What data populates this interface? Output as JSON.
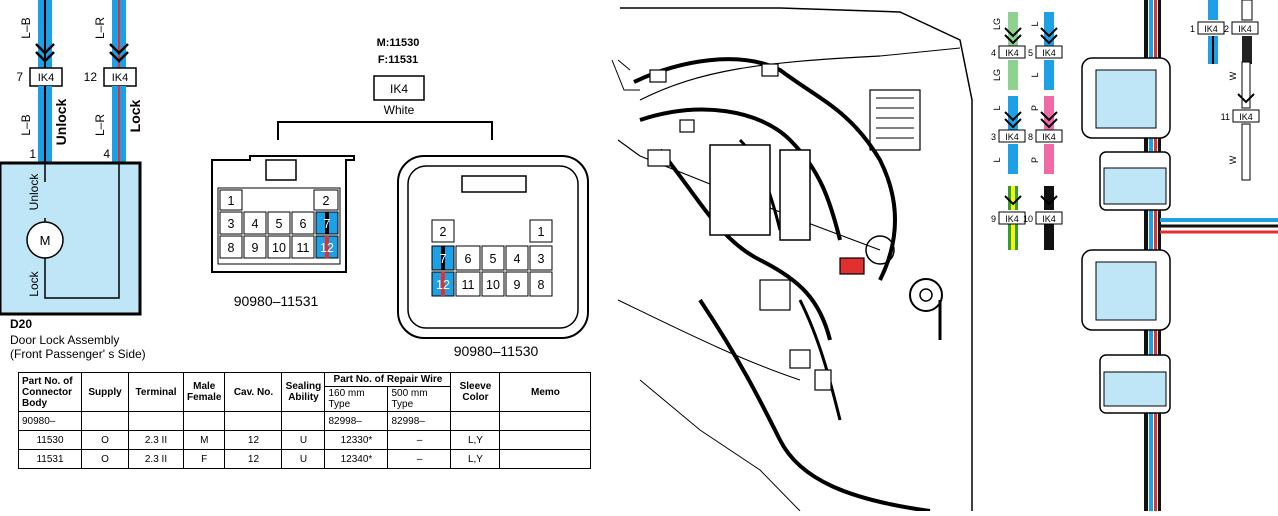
{
  "left_diagram": {
    "terminals": [
      {
        "pin": "7",
        "connector": "IK4",
        "wire_top": "L–B",
        "wire_bottom": "L–B",
        "func": "Unlock",
        "motor_pin": "1"
      },
      {
        "pin": "12",
        "connector": "IK4",
        "wire_top": "L–R",
        "wire_bottom": "L–R",
        "func": "Lock",
        "motor_pin": "4"
      }
    ],
    "motor_label": "M",
    "motor_side_unlock": "Unlock",
    "motor_side_lock": "Lock",
    "part_code": "D20",
    "part_name": "Door Lock Assembly",
    "part_side": "(Front Passenger' s Side)"
  },
  "connector": {
    "male_no": "M:11530",
    "female_no": "F:11531",
    "name": "IK4",
    "color": "White",
    "female_part": "90980–11531",
    "male_part": "90980–11530",
    "female_cells": [
      "1",
      "2",
      "3",
      "4",
      "5",
      "6",
      "7",
      "8",
      "9",
      "10",
      "11",
      "12"
    ],
    "male_cells": [
      "2",
      "1",
      "7",
      "6",
      "5",
      "4",
      "3",
      "12",
      "11",
      "10",
      "9",
      "8"
    ]
  },
  "table": {
    "headers": {
      "h1": "Part No. of Connector Body",
      "h2": "Supply",
      "h3": "Terminal",
      "h4": "Male Female",
      "h5": "Cav. No.",
      "h6": "Sealing Ability",
      "h7": "Part No. of Repair Wire",
      "h7a": "160 mm Type",
      "h7b": "500 mm Type",
      "h8": "Sleeve Color",
      "h9": "Memo"
    },
    "prefix_row": {
      "part": "90980–",
      "w160": "82998–",
      "w500": "82998–"
    },
    "rows": [
      {
        "part": "11530",
        "supply": "O",
        "terminal": "2.3 II",
        "mf": "M",
        "cav": "12",
        "seal": "U",
        "w160": "12330*",
        "w500": "–",
        "sleeve": "L,Y"
      },
      {
        "part": "11531",
        "supply": "O",
        "terminal": "2.3 II",
        "mf": "F",
        "cav": "12",
        "seal": "U",
        "w160": "12340*",
        "w500": "–",
        "sleeve": "L,Y"
      }
    ]
  },
  "right_legend": {
    "connector": "IK4",
    "items": [
      {
        "pin": "4",
        "wire": "LG",
        "color": "#8fd18f"
      },
      {
        "pin": "5",
        "wire": "L",
        "color": "#1ea0e6"
      },
      {
        "pin": "3",
        "wire": "L",
        "color": "#1ea0e6"
      },
      {
        "pin": "8",
        "wire": "P",
        "color": "#f06aa8"
      },
      {
        "pin": "9",
        "wire": "",
        "color": "#2e9e3c"
      },
      {
        "pin": "10",
        "wire": "",
        "color": "#111111"
      },
      {
        "pin": "1",
        "wire": "",
        "color": "#1ea0e6"
      },
      {
        "pin": "2",
        "wire": "",
        "color": "#222222"
      },
      {
        "pin": "11",
        "wire": "W",
        "color": "#ffffff"
      }
    ]
  },
  "colors": {
    "wire_blue": "#1ea0e6",
    "wire_red": "#e03030",
    "panel_blue": "#bfe6f7",
    "lg": "#8fd18f",
    "pink": "#f06aa8"
  }
}
